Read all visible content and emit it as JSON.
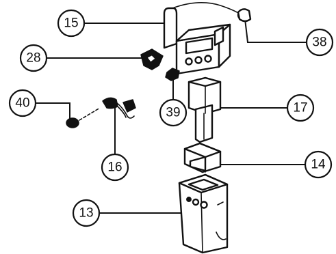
{
  "diagram": {
    "callouts": [
      {
        "id": "c15",
        "label": "15"
      },
      {
        "id": "c38",
        "label": "38"
      },
      {
        "id": "c28",
        "label": "28"
      },
      {
        "id": "c40",
        "label": "40"
      },
      {
        "id": "c39",
        "label": "39"
      },
      {
        "id": "c17",
        "label": "17"
      },
      {
        "id": "c16",
        "label": "16"
      },
      {
        "id": "c14",
        "label": "14"
      },
      {
        "id": "c13",
        "label": "13"
      }
    ]
  }
}
